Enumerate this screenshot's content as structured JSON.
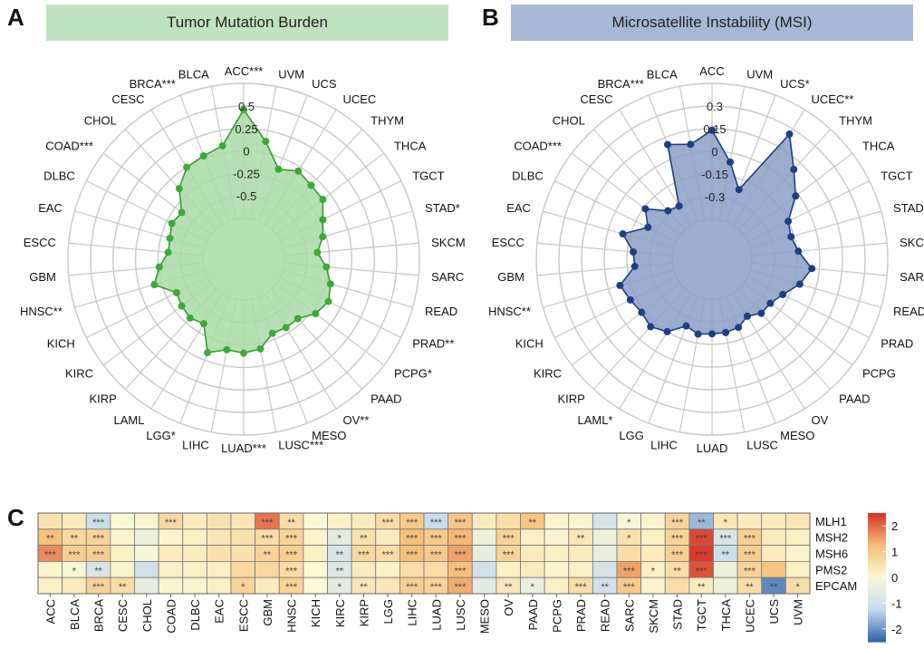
{
  "panels": {
    "a": {
      "letter": "A",
      "title": "Tumor Mutation Burden"
    },
    "b": {
      "letter": "B",
      "title": "Microsatellite Instability (MSI)"
    },
    "c": {
      "letter": "C"
    }
  },
  "colors": {
    "tmb_fill": "#a9dba6",
    "tmb_line": "#3a9a32",
    "tmb_point": "#3cab35",
    "msi_fill": "#8a9fc6",
    "msi_line": "#1f3f7f",
    "msi_point": "#1c3f85",
    "tmb_banner": "#bfe3bf",
    "msi_banner": "#a6b9d4",
    "grid": "#c8c8c8",
    "heat_neg": "#2d62a7",
    "heat_mid": "#fbf8d4",
    "heat_pos": "#d73027"
  },
  "chart_data": [
    {
      "type": "radar",
      "panel": "A",
      "title": "Tumor Mutation Burden",
      "rlim": [
        -0.75,
        0.5
      ],
      "radial_ticks": [
        0.5,
        0.25,
        0,
        -0.25,
        -0.5
      ],
      "radial_tick_labels": [
        "0.5",
        "0.25",
        "0",
        "-0.25",
        "-0.5"
      ],
      "grid": true,
      "categories": [
        "ACC",
        "UVM",
        "UCS",
        "UCEC",
        "THYM",
        "THCA",
        "TGCT",
        "STAD",
        "SKCM",
        "SARC",
        "READ",
        "PRAD",
        "PCPG",
        "PAAD",
        "OV",
        "MESO",
        "LUSC",
        "LUAD",
        "LIHC",
        "LGG",
        "LAML",
        "KIRP",
        "KIRC",
        "KICH",
        "HNSC",
        "GBM",
        "ESCC",
        "EAC",
        "DLBC",
        "COAD",
        "CHOL",
        "CESC",
        "BRCA",
        "BLCA"
      ],
      "labels": [
        "ACC***",
        "UVM",
        "UCS",
        "UCEC",
        "THYM",
        "THCA",
        "TGCT",
        "STAD*",
        "SKCM",
        "SARC",
        "READ",
        "PRAD**",
        "PCPG*",
        "PAAD",
        "OV**",
        "MESO",
        "LUSC***",
        "LUAD***",
        "LIHC",
        "LGG*",
        "LAML",
        "KIRP",
        "KIRC",
        "KICH",
        "HNSC**",
        "GBM",
        "ESCC",
        "EAC",
        "DLBC",
        "COAD***",
        "CHOL",
        "CESC",
        "BRCA***",
        "BLCA"
      ],
      "values": [
        0.46,
        0.13,
        -0.13,
        -0.05,
        -0.09,
        -0.1,
        -0.22,
        -0.29,
        -0.38,
        -0.28,
        -0.2,
        -0.15,
        -0.2,
        -0.31,
        -0.31,
        -0.32,
        -0.19,
        -0.16,
        -0.18,
        -0.09,
        -0.36,
        -0.32,
        -0.34,
        -0.37,
        -0.17,
        -0.26,
        -0.36,
        -0.35,
        -0.31,
        -0.34,
        -0.14,
        0.0,
        0.03,
        0.08
      ]
    },
    {
      "type": "radar",
      "panel": "B",
      "title": "Microsatellite Instability (MSI)",
      "rlim": [
        -0.45,
        0.3
      ],
      "radial_ticks": [
        0.3,
        0.15,
        0,
        -0.15,
        -0.3
      ],
      "radial_tick_labels": [
        "0.3",
        "0.15",
        "0",
        "-0.15",
        "-0.3"
      ],
      "grid": true,
      "categories": [
        "ACC",
        "UVM",
        "UCS",
        "UCEC",
        "THYM",
        "THCA",
        "TGCT",
        "STAD",
        "SKCM",
        "SARC",
        "READ",
        "PRAD",
        "PCPG",
        "PAAD",
        "OV",
        "MESO",
        "LUSC",
        "LUAD",
        "LIHC",
        "LGG",
        "LAML",
        "KIRP",
        "KIRC",
        "KICH",
        "HNSC",
        "GBM",
        "ESCC",
        "EAC",
        "DLBC",
        "COAD",
        "CHOL",
        "CESC",
        "BRCA",
        "BLCA"
      ],
      "labels": [
        "ACC",
        "UVM",
        "UCS*",
        "UCEC**",
        "THYM",
        "THCA",
        "TGCT",
        "STAD",
        "SKCM",
        "SARC",
        "READ**",
        "PRAD",
        "PCPG",
        "PAAD",
        "OV",
        "MESO",
        "LUSC",
        "LUAD",
        "LIHC",
        "LGG",
        "LAML*",
        "KIRP",
        "KIRC",
        "KICH",
        "HNSC**",
        "GBM",
        "ESCC",
        "EAC",
        "DLBC",
        "COAD***",
        "CHOL",
        "CESC",
        "BRCA***",
        "BLCA"
      ],
      "values": [
        0.14,
        -0.06,
        -0.22,
        0.26,
        0.09,
        -0.02,
        -0.15,
        -0.17,
        -0.14,
        -0.05,
        -0.11,
        -0.19,
        -0.23,
        -0.23,
        -0.27,
        -0.23,
        -0.22,
        -0.22,
        -0.21,
        -0.24,
        -0.15,
        -0.11,
        -0.13,
        -0.11,
        -0.08,
        -0.2,
        -0.19,
        -0.1,
        -0.24,
        -0.16,
        -0.28,
        -0.3,
        0.1,
        0.06
      ]
    },
    {
      "type": "heatmap",
      "panel": "C",
      "x_categories": [
        "ACC",
        "BLCA",
        "BRCA",
        "CESC",
        "CHOL",
        "COAD",
        "DLBC",
        "EAC",
        "ESCC",
        "GBM",
        "HNSC",
        "KICH",
        "KIRC",
        "KIRP",
        "LGG",
        "LIHC",
        "LUAD",
        "LUSC",
        "MESO",
        "OV",
        "PAAD",
        "PCPG",
        "PRAD",
        "READ",
        "SARC",
        "SKCM",
        "STAD",
        "TGCT",
        "THCA",
        "UCEC",
        "UCS",
        "UVM"
      ],
      "y_categories": [
        "MLH1",
        "MSH2",
        "MSH6",
        "PMS2",
        "EPCAM"
      ],
      "colorbar": {
        "min": -2.5,
        "max": 2.5,
        "ticks": [
          2,
          1,
          0,
          -1,
          -2
        ],
        "tick_labels": [
          "2",
          "1",
          "0",
          "-1",
          "-2"
        ]
      },
      "values": [
        [
          0.5,
          0.3,
          -1.1,
          0.0,
          0.1,
          0.7,
          0.3,
          0.5,
          0.4,
          1.9,
          0.6,
          0.0,
          0.2,
          0.3,
          0.6,
          1.0,
          -1.2,
          1.1,
          0.3,
          0.6,
          1.1,
          0.1,
          0.1,
          -0.9,
          -0.1,
          0.1,
          0.8,
          -1.6,
          0.4,
          0.3,
          0.3,
          0.4
        ],
        [
          1.2,
          0.7,
          0.8,
          0.1,
          -0.3,
          0.1,
          0.2,
          0.4,
          0.5,
          0.6,
          0.8,
          0.1,
          -0.6,
          0.5,
          0.3,
          1.2,
          1.0,
          1.3,
          -0.3,
          0.8,
          0.2,
          0.1,
          0.4,
          -0.3,
          0.5,
          0.2,
          0.8,
          2.3,
          -0.8,
          0.9,
          0.3,
          0.2
        ],
        [
          1.7,
          0.9,
          0.9,
          0.2,
          -0.1,
          0.3,
          0.3,
          0.5,
          0.5,
          0.8,
          0.9,
          0.2,
          -0.8,
          0.7,
          0.6,
          1.2,
          1.0,
          1.5,
          -0.5,
          0.8,
          0.3,
          0.2,
          0.3,
          -0.4,
          0.6,
          0.3,
          0.9,
          2.4,
          -1.1,
          0.9,
          0.3,
          0.1
        ],
        [
          0.1,
          -0.1,
          -0.8,
          0.1,
          -1.0,
          0.2,
          0.2,
          0.2,
          0.7,
          0.7,
          0.6,
          0.0,
          -0.7,
          0.3,
          0.2,
          0.6,
          0.6,
          1.2,
          -1.0,
          0.2,
          0.3,
          0.1,
          0.2,
          -0.9,
          1.5,
          0.2,
          0.6,
          2.2,
          -0.3,
          0.8,
          1.1,
          0.2
        ],
        [
          0.2,
          0.3,
          0.8,
          0.6,
          -0.5,
          0.1,
          0.1,
          0.2,
          0.8,
          0.3,
          0.8,
          0.0,
          -0.6,
          0.4,
          0.4,
          0.9,
          0.8,
          1.4,
          -0.6,
          0.4,
          -0.4,
          0.2,
          0.6,
          -1.0,
          1.0,
          0.1,
          0.6,
          0.3,
          -0.3,
          0.6,
          -2.1,
          0.6
        ]
      ],
      "annotations": [
        [
          "",
          "",
          "***",
          "",
          "",
          "***",
          "",
          "",
          "",
          "***",
          "**",
          "",
          "",
          "",
          "***",
          "***",
          "***",
          "***",
          "",
          "",
          "**",
          "",
          "",
          "",
          "*",
          "",
          "***",
          "**",
          "*",
          "",
          "",
          ""
        ],
        [
          "**",
          "**",
          "***",
          "",
          "",
          "",
          "",
          "",
          "",
          "***",
          "***",
          "",
          "*",
          "**",
          "",
          "***",
          "***",
          "***",
          "",
          "***",
          "",
          "",
          "**",
          "",
          "*",
          "",
          "***",
          "***",
          "***",
          "***",
          "",
          ""
        ],
        [
          "***",
          "***",
          "***",
          "",
          "",
          "",
          "",
          "",
          "",
          "**",
          "***",
          "",
          "**",
          "***",
          "***",
          "***",
          "***",
          "***",
          "",
          "***",
          "",
          "",
          "",
          "",
          "",
          "",
          "***",
          "***",
          "**",
          "***",
          "",
          ""
        ],
        [
          "",
          "*",
          "**",
          "",
          "",
          "",
          "",
          "",
          "",
          "",
          "***",
          "",
          "**",
          "",
          "",
          "",
          "",
          "***",
          "",
          "",
          "",
          "",
          "",
          "",
          "***",
          "*",
          "**",
          "***",
          "",
          "***",
          "",
          ""
        ],
        [
          "",
          "",
          "***",
          "**",
          "",
          "",
          "",
          "",
          "*",
          "",
          "***",
          "",
          "*",
          "**",
          "",
          "***",
          "***",
          "***",
          "",
          "**",
          "*",
          "",
          "***",
          "**",
          "***",
          "",
          "",
          "**",
          "",
          "**",
          "**",
          "*"
        ]
      ]
    }
  ]
}
